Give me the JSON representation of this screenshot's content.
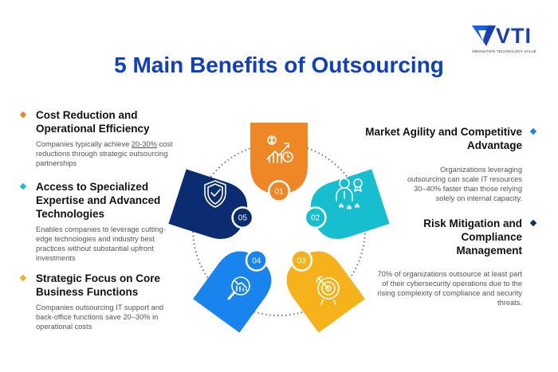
{
  "logo": {
    "name": "VTI",
    "tagline": "INNOVATION TECHNOLOGY VALUE"
  },
  "title": "5 Main Benefits of Outsourcing",
  "colors": {
    "orange": "#F08726",
    "teal": "#17BED0",
    "yellow": "#F5B21B",
    "blue": "#1A84EE",
    "navy": "#0C2C72",
    "title": "#1040BF"
  },
  "benefits": [
    {
      "number": "01",
      "title": "Cost Reduction and Operational Efficiency",
      "desc_pre": "Companies typically achieve ",
      "desc_highlight": "20-30%",
      "desc_post": " cost reductions through strategic outsourcing partnerships",
      "icon": "growth-chart-icon"
    },
    {
      "number": "02",
      "title": "Market Agility and Competitive Advantage",
      "desc": "Organizations leveraging outsourcing can scale IT resources 30–40% faster than those relying solely on internal capacity.",
      "icon": "expert-award-icon"
    },
    {
      "number": "03",
      "title": "Strategic Focus on Core Business Functions",
      "desc": "Companies outsourcing IT support and back-office functions save 20–30% in operational costs",
      "icon": "target-icon"
    },
    {
      "number": "04",
      "title": "Access to Specialized Expertise and Advanced Technologies",
      "desc": "Enables companies to leverage cutting-edge technologies and industry best practices without substantial upfront investments",
      "icon": "analytics-search-icon"
    },
    {
      "number": "05",
      "title": "Risk Mitigation and Compliance Management",
      "desc": "70% of organizations outsource at least part of their cybersecurity operations due to the rising complexity of compliance and security threats.",
      "icon": "shield-check-icon"
    }
  ]
}
